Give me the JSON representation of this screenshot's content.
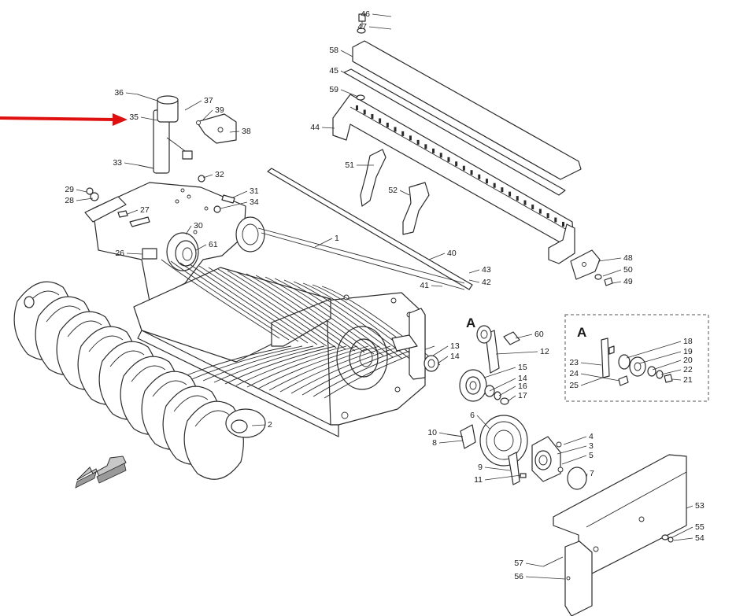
{
  "detail_label": "A",
  "detail_box_label": "A",
  "colors": {
    "pointer_arrow": "#e01010",
    "line": "#2b2b2b",
    "direction_arrow_fill": "#c8c8c8"
  },
  "callouts": [
    {
      "id": "c46",
      "text": "46"
    },
    {
      "id": "c47",
      "text": "47"
    },
    {
      "id": "c58",
      "text": "58"
    },
    {
      "id": "c45",
      "text": "45"
    },
    {
      "id": "c59",
      "text": "59"
    },
    {
      "id": "c44",
      "text": "44"
    },
    {
      "id": "c51",
      "text": "51"
    },
    {
      "id": "c52",
      "text": "52"
    },
    {
      "id": "c36",
      "text": "36"
    },
    {
      "id": "c37",
      "text": "37"
    },
    {
      "id": "c39",
      "text": "39"
    },
    {
      "id": "c35",
      "text": "35"
    },
    {
      "id": "c38",
      "text": "38"
    },
    {
      "id": "c33",
      "text": "33"
    },
    {
      "id": "c32",
      "text": "32"
    },
    {
      "id": "c29",
      "text": "29"
    },
    {
      "id": "c28",
      "text": "28"
    },
    {
      "id": "c31",
      "text": "31"
    },
    {
      "id": "c34",
      "text": "34"
    },
    {
      "id": "c27",
      "text": "27"
    },
    {
      "id": "c30",
      "text": "30"
    },
    {
      "id": "c61",
      "text": "61"
    },
    {
      "id": "c26",
      "text": "26"
    },
    {
      "id": "c1",
      "text": "1"
    },
    {
      "id": "c40",
      "text": "40"
    },
    {
      "id": "c43",
      "text": "43"
    },
    {
      "id": "c42",
      "text": "42"
    },
    {
      "id": "c41",
      "text": "41"
    },
    {
      "id": "c48",
      "text": "48"
    },
    {
      "id": "c50",
      "text": "50"
    },
    {
      "id": "c49",
      "text": "49"
    },
    {
      "id": "c60",
      "text": "60"
    },
    {
      "id": "c13",
      "text": "13"
    },
    {
      "id": "c14a",
      "text": "14"
    },
    {
      "id": "c12",
      "text": "12"
    },
    {
      "id": "c15",
      "text": "15"
    },
    {
      "id": "c14b",
      "text": "14"
    },
    {
      "id": "c16",
      "text": "16"
    },
    {
      "id": "c17",
      "text": "17"
    },
    {
      "id": "c18",
      "text": "18"
    },
    {
      "id": "c19",
      "text": "19"
    },
    {
      "id": "c20",
      "text": "20"
    },
    {
      "id": "c23",
      "text": "23"
    },
    {
      "id": "c22",
      "text": "22"
    },
    {
      "id": "c24",
      "text": "24"
    },
    {
      "id": "c21",
      "text": "21"
    },
    {
      "id": "c25",
      "text": "25"
    },
    {
      "id": "c2",
      "text": "2"
    },
    {
      "id": "c6",
      "text": "6"
    },
    {
      "id": "c10",
      "text": "10"
    },
    {
      "id": "c8",
      "text": "8"
    },
    {
      "id": "c4",
      "text": "4"
    },
    {
      "id": "c3",
      "text": "3"
    },
    {
      "id": "c5",
      "text": "5"
    },
    {
      "id": "c9",
      "text": "9"
    },
    {
      "id": "c7",
      "text": "7"
    },
    {
      "id": "c11",
      "text": "11"
    },
    {
      "id": "c53",
      "text": "53"
    },
    {
      "id": "c55",
      "text": "55"
    },
    {
      "id": "c54",
      "text": "54"
    },
    {
      "id": "c57",
      "text": "57"
    },
    {
      "id": "c56",
      "text": "56"
    }
  ]
}
